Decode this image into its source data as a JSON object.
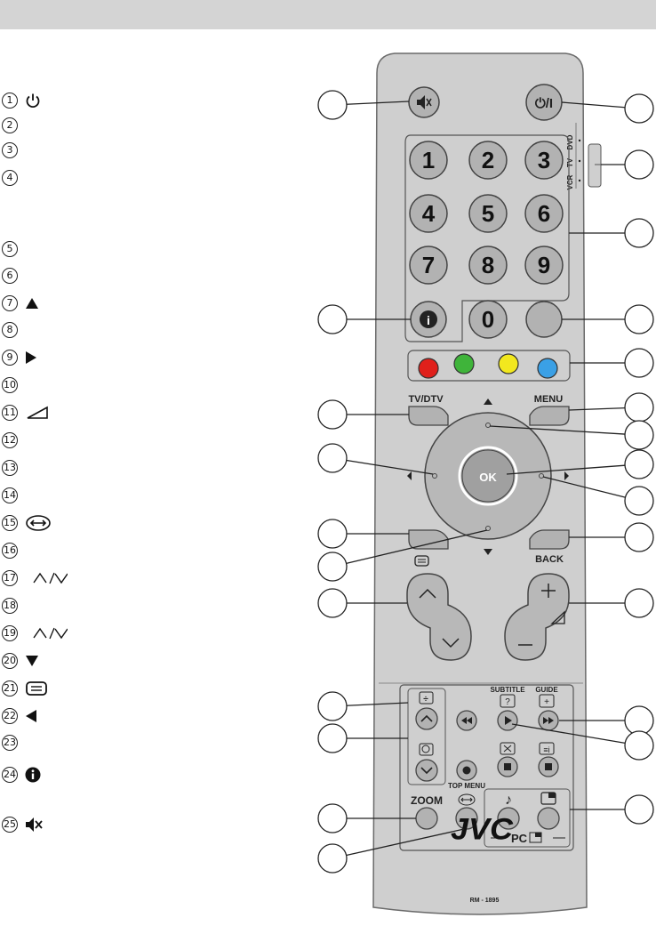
{
  "legend": [
    {
      "n": "1",
      "icon": "power-icon"
    },
    {
      "n": "2",
      "icon": ""
    },
    {
      "n": "3",
      "icon": ""
    },
    {
      "n": "4",
      "icon": ""
    },
    {
      "n": "5",
      "icon": ""
    },
    {
      "n": "6",
      "icon": ""
    },
    {
      "n": "7",
      "icon": "triangle-up-icon"
    },
    {
      "n": "8",
      "icon": ""
    },
    {
      "n": "9",
      "icon": "triangle-right-icon"
    },
    {
      "n": "10",
      "icon": ""
    },
    {
      "n": "11",
      "icon": "volume-wedge-icon"
    },
    {
      "n": "12",
      "icon": ""
    },
    {
      "n": "13",
      "icon": ""
    },
    {
      "n": "14",
      "icon": ""
    },
    {
      "n": "15",
      "icon": "aspect-swap-icon"
    },
    {
      "n": "16",
      "icon": ""
    },
    {
      "n": "17",
      "icon": "up-down-chevrons-icon"
    },
    {
      "n": "18",
      "icon": ""
    },
    {
      "n": "19",
      "icon": "up-down-chevrons-icon"
    },
    {
      "n": "20",
      "icon": "triangle-down-icon"
    },
    {
      "n": "21",
      "icon": "teletext-icon"
    },
    {
      "n": "22",
      "icon": "triangle-left-icon"
    },
    {
      "n": "23",
      "icon": ""
    },
    {
      "n": "24",
      "icon": "info-icon"
    },
    {
      "n": "25",
      "icon": "mute-icon"
    }
  ],
  "remote": {
    "power_label": "⏻/I",
    "mode_switch": [
      "DVD",
      "TV",
      "VCR"
    ],
    "digits": [
      "1",
      "2",
      "3",
      "4",
      "5",
      "6",
      "7",
      "8",
      "9",
      "0"
    ],
    "color_keys": [
      "#e0201b",
      "#3fb43a",
      "#f2e81e",
      "#3aa0e6"
    ],
    "tv_dtv_label": "TV/DTV",
    "menu_label": "MENU",
    "ok_label": "OK",
    "back_label": "BACK",
    "subtitle_label": "SUBTITLE",
    "guide_label": "GUIDE",
    "top_menu_label": "TOP MENU",
    "zoom_label": "ZOOM",
    "pc_label": "PC",
    "brand": "JVC",
    "model": "RM - 1895"
  }
}
